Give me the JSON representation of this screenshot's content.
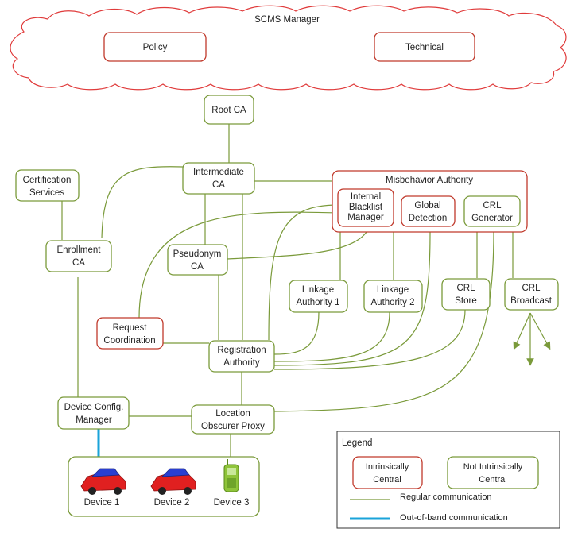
{
  "scms_manager": {
    "title": "SCMS Manager",
    "policy": "Policy",
    "technical": "Technical"
  },
  "nodes": {
    "root_ca": [
      "Root CA"
    ],
    "intermediate_ca": [
      "Intermediate",
      "CA"
    ],
    "certification_services": [
      "Certification",
      "Services"
    ],
    "enrollment_ca": [
      "Enrollment",
      "CA"
    ],
    "pseudonym_ca": [
      "Pseudonym",
      "CA"
    ],
    "misbehavior_authority": [
      "Misbehavior Authority"
    ],
    "internal_blacklist_manager": [
      "Internal",
      "Blacklist",
      "Manager"
    ],
    "global_detection": [
      "Global",
      "Detection"
    ],
    "crl_generator": [
      "CRL",
      "Generator"
    ],
    "linkage_authority_1": [
      "Linkage",
      "Authority 1"
    ],
    "linkage_authority_2": [
      "Linkage",
      "Authority 2"
    ],
    "crl_store": [
      "CRL",
      "Store"
    ],
    "crl_broadcast": [
      "CRL",
      "Broadcast"
    ],
    "request_coordination": [
      "Request",
      "Coordination"
    ],
    "registration_authority": [
      "Registration",
      "Authority"
    ],
    "device_config_manager": [
      "Device Config.",
      "Manager"
    ],
    "location_obscurer_proxy": [
      "Location",
      "Obscurer Proxy"
    ]
  },
  "devices": {
    "device1": "Device 1",
    "device2": "Device 2",
    "device3": "Device 3"
  },
  "legend": {
    "title": "Legend",
    "intrinsically_central": [
      "Intrinsically",
      "Central"
    ],
    "not_intrinsically_central": [
      "Not Intrinsically",
      "Central"
    ],
    "regular": "Regular communication",
    "out_of_band": "Out-of-band communication"
  },
  "colors": {
    "green": "#7a9a3a",
    "red": "#c0392b",
    "blue": "#1aa3d9",
    "cloud": "#e03b3b",
    "car_body": "#e02020",
    "car_roof": "#2a3fd1",
    "phone": "#8fc43a"
  },
  "icons": [
    "cloud-icon",
    "car-icon",
    "phone-icon",
    "antenna-icon"
  ]
}
